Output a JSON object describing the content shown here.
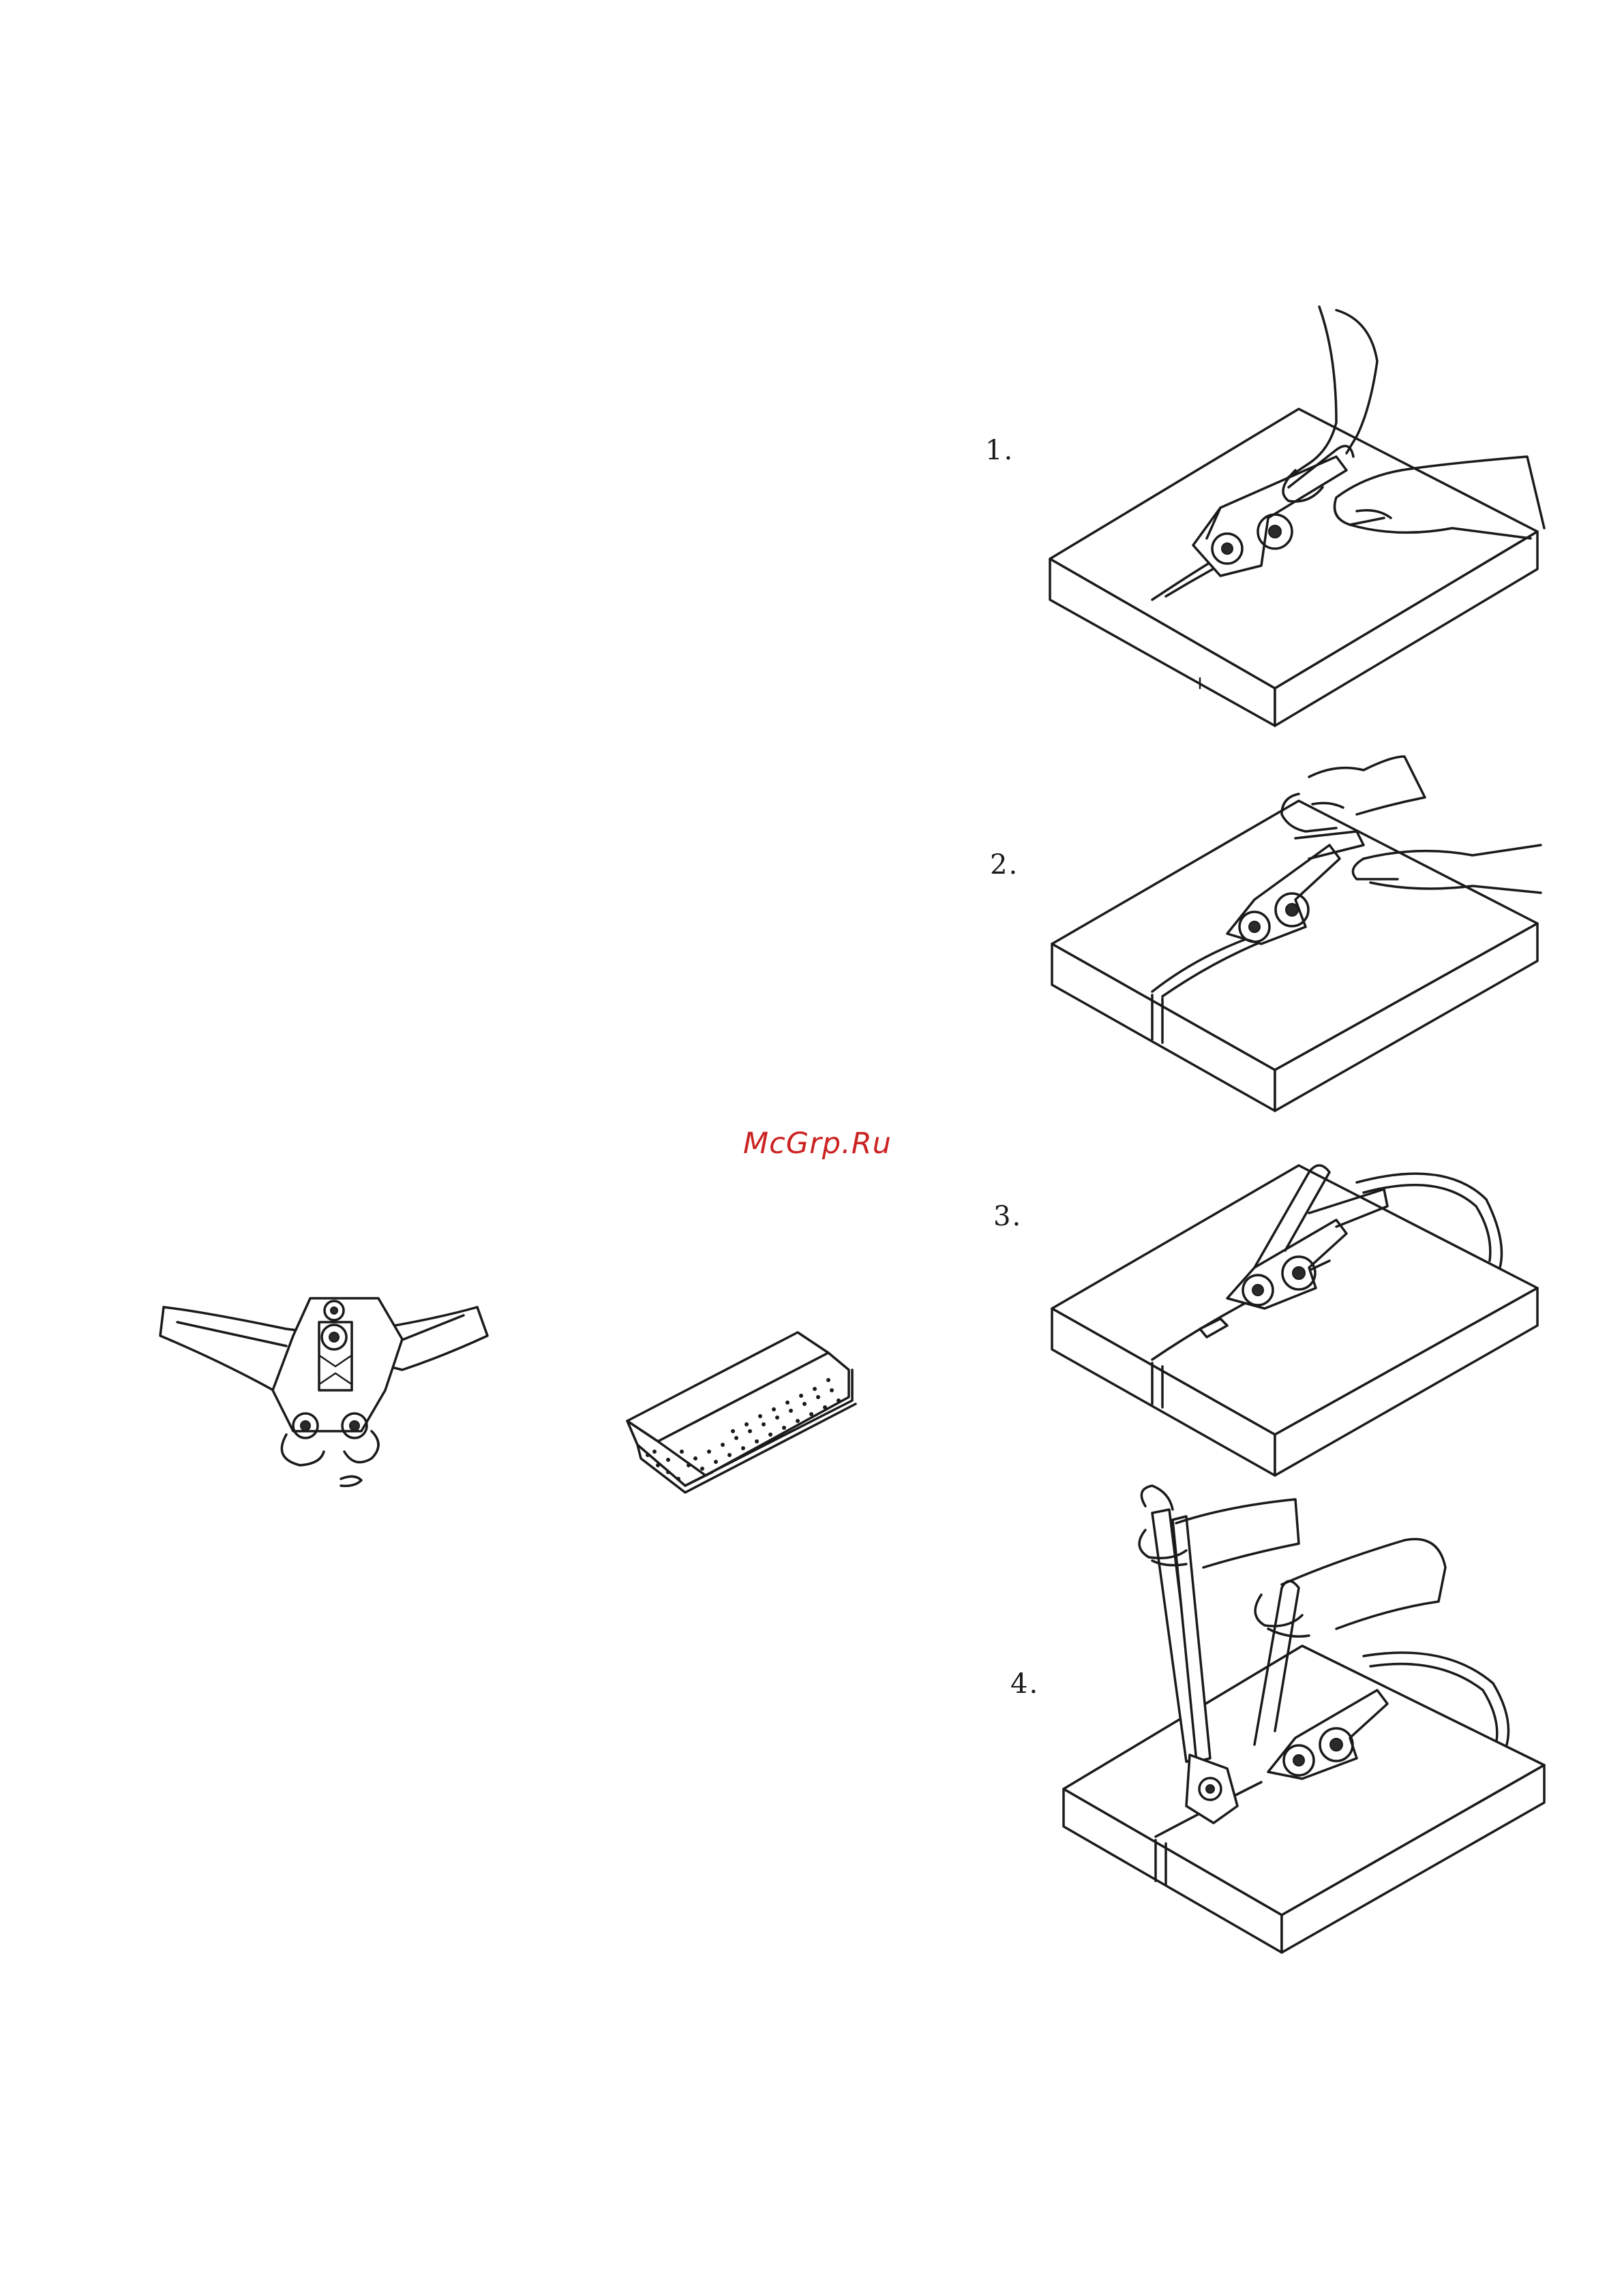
{
  "watermark": {
    "text": "McGrp.Ru",
    "color": "#cc2222"
  },
  "steps": [
    {
      "label": "1."
    },
    {
      "label": "2."
    },
    {
      "label": "3."
    },
    {
      "label": "4."
    }
  ],
  "illustrations": {
    "sealer_icon": "strap-sealer-jaws-icon",
    "seal_icon": "metal-strap-seal-icon",
    "step1_icon": "tensioner-hand-feed-icon",
    "step2_icon": "tensioner-lever-grip-icon",
    "step3_icon": "tensioner-tensioning-icon",
    "step4_icon": "sealer-crimping-icon"
  }
}
